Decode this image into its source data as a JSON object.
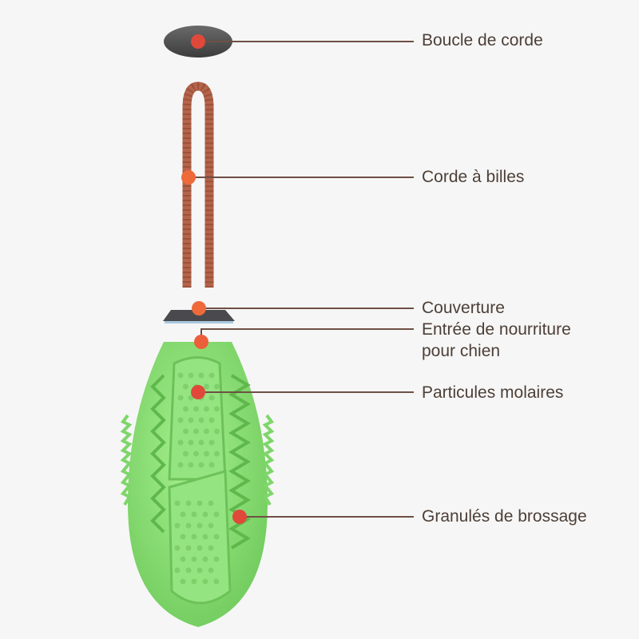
{
  "colors": {
    "accent_dot": "#e0493a",
    "leader_line": "#6e5044",
    "toy_green": "#8fe07c",
    "rope": "#b4644a"
  },
  "labels": {
    "rope_loop": "Boucle de corde",
    "ball_rope": "Corde à billes",
    "cover": "Couverture",
    "food_inlet_line1": "Entrée de nourriture",
    "food_inlet_line2": "pour chien",
    "molar_particles": "Particules molaires",
    "brushing_granules": "Granulés de brossage"
  }
}
